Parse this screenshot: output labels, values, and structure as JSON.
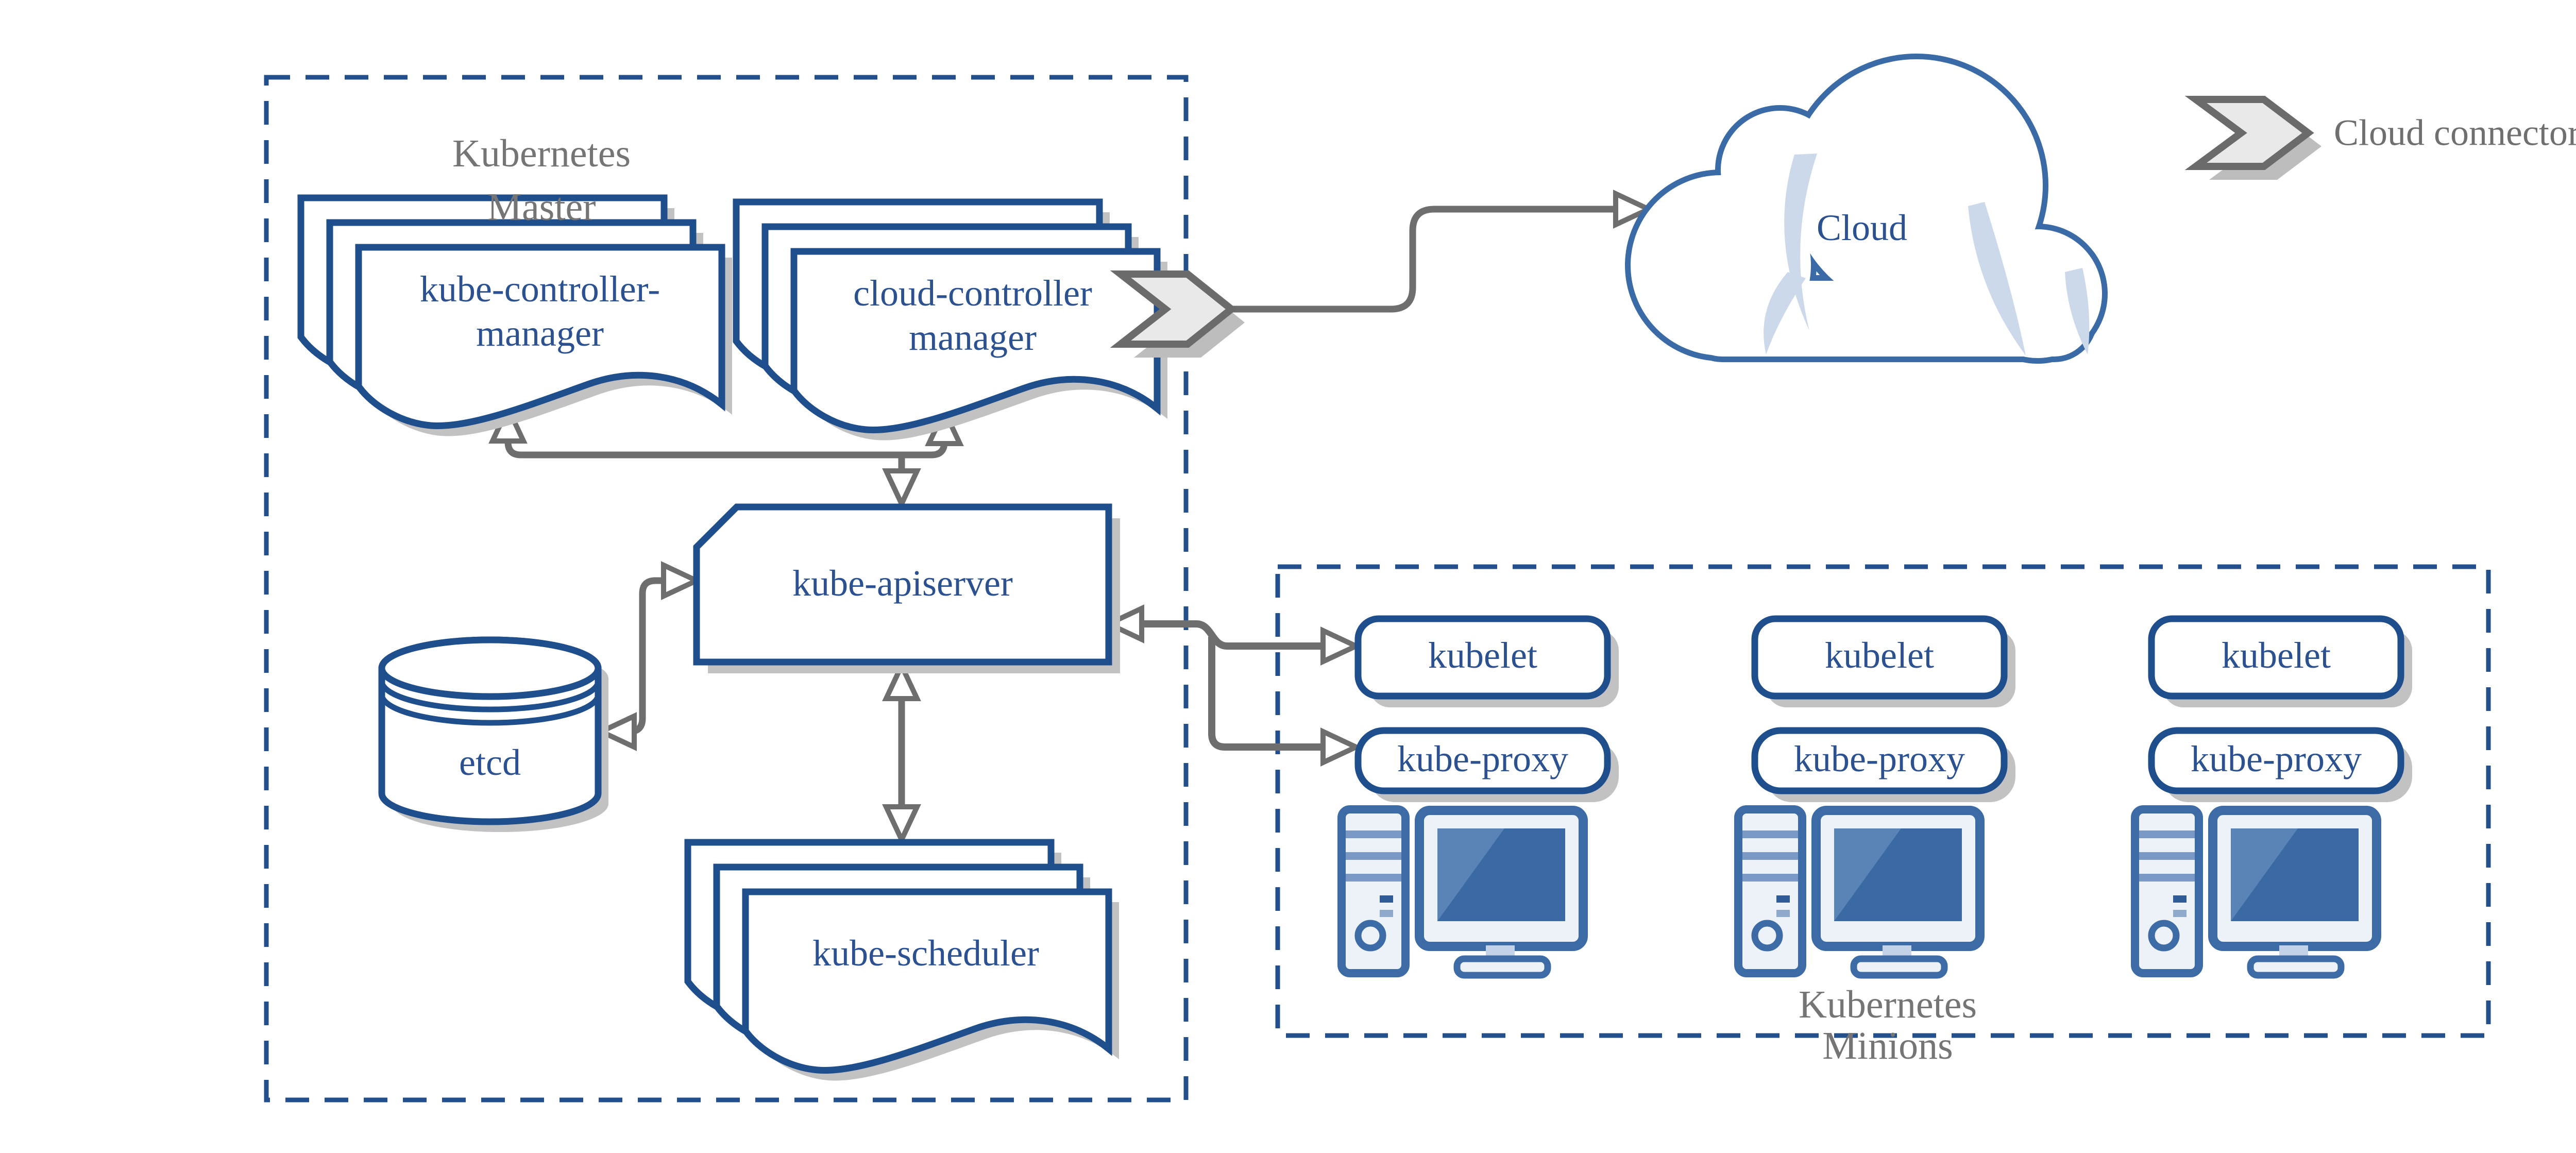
{
  "labels": {
    "master_line1": "Kubernetes",
    "master_line2": "Master",
    "minions_line1": "Kubernetes",
    "minions_line2": "Minions",
    "legend_cloud_connector": "Cloud connector",
    "cloud": "Cloud"
  },
  "nodes": {
    "kube_controller_line1": "kube-controller-",
    "kube_controller_line2": "manager",
    "cloud_controller_line1": "cloud-controller",
    "cloud_controller_line2": "manager",
    "apiserver": "kube-apiserver",
    "etcd": "etcd",
    "scheduler": "kube-scheduler",
    "kubelet": "kubelet",
    "kube_proxy": "kube-proxy"
  },
  "minions": {
    "node_count": 3
  },
  "colors": {
    "node_border_blue": "#1f4e8c",
    "node_text_blue": "#2b5191",
    "dashed_border_blue": "#234f8d",
    "cloud_border_blue": "#3a6ba6",
    "cloud_crescent_blue": "#ccd9ea",
    "computer_icon_blue": "#3c6ba5",
    "screen_blue": "#3a69a4",
    "screen_shine_blue": "#5a84b6",
    "arrow_gray": "#6e6e6e",
    "label_gray": "#757575",
    "shadow_gray": "#c2c2c2",
    "chevron_fill_gray": "#e9e9e9",
    "chevron_border_gray": "#6b6b6b"
  }
}
